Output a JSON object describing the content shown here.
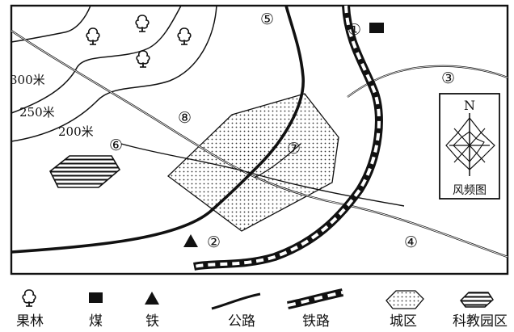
{
  "map": {
    "contour_labels": [
      "300米",
      "250米",
      "200米"
    ],
    "site_numbers": [
      "①",
      "②",
      "③",
      "④",
      "⑤",
      "⑥",
      "⑦",
      "⑧"
    ],
    "compass_north": "N",
    "wind_rose_caption": "风频图"
  },
  "legend": {
    "items": [
      {
        "icon": "orchard-icon",
        "label": "果林"
      },
      {
        "icon": "coal-icon",
        "label": "煤"
      },
      {
        "icon": "iron-icon",
        "label": "铁"
      },
      {
        "icon": "highway-icon",
        "label": "公路"
      },
      {
        "icon": "railway-icon",
        "label": "铁路"
      },
      {
        "icon": "urban-area-icon",
        "label": "城区"
      },
      {
        "icon": "science-park-icon",
        "label": "科教园区"
      }
    ]
  },
  "colors": {
    "ink": "#111111",
    "background": "#ffffff"
  }
}
